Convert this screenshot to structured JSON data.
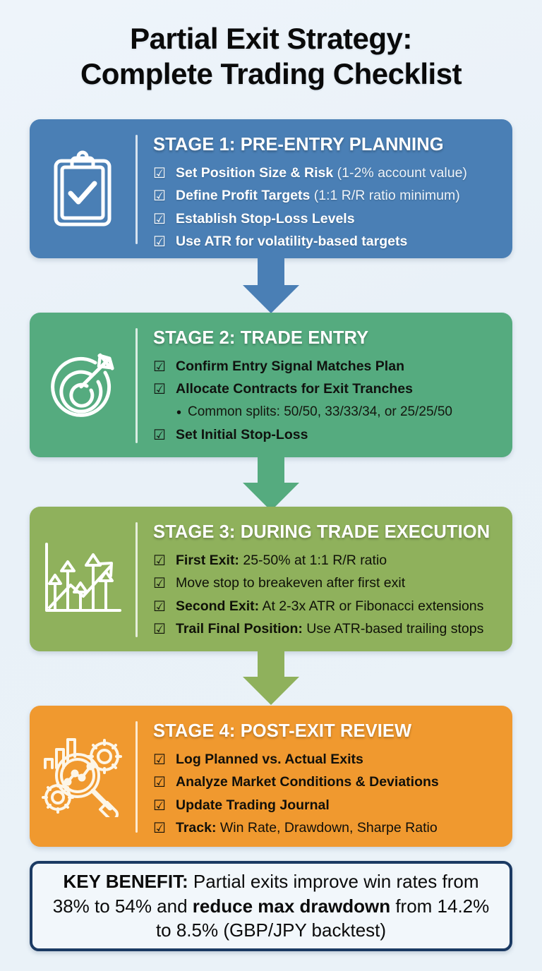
{
  "title": {
    "line1": "Partial Exit Strategy:",
    "line2": "Complete Trading Checklist"
  },
  "glyphs": {
    "checkbox": "☑",
    "bullet": "•"
  },
  "colors": {
    "background": "#eef4fa",
    "stage1": "#4a7fb5",
    "stage2": "#55ab7f",
    "stage3": "#8fb15c",
    "stage4": "#f0992f",
    "keybox_border": "#1b3a63",
    "keybox_fill": "#f2f7fb"
  },
  "stages": [
    {
      "id": "stage1",
      "icon": "clipboard-check-icon",
      "heading": "STAGE 1: PRE-ENTRY PLANNING",
      "items": [
        {
          "bold": "Set Position Size & Risk",
          "rest": " (1-2% account value)"
        },
        {
          "bold": "Define Profit Targets",
          "rest": " (1:1 R/R ratio minimum)"
        },
        {
          "bold": "Establish Stop-Loss Levels",
          "rest": ""
        },
        {
          "bold": "Use ATR for volatility-based targets",
          "rest": ""
        }
      ]
    },
    {
      "id": "stage2",
      "icon": "target-arrow-icon",
      "heading": "STAGE 2: TRADE ENTRY",
      "items": [
        {
          "bold": "Confirm Entry Signal Matches Plan",
          "rest": ""
        },
        {
          "bold": "Allocate Contracts for Exit Tranches",
          "rest": ""
        },
        {
          "sub": "Common splits: 50/50, 33/33/34, or 25/25/50"
        },
        {
          "bold": "Set Initial Stop-Loss",
          "rest": ""
        }
      ]
    },
    {
      "id": "stage3",
      "icon": "growth-chart-arrows-icon",
      "heading": "STAGE 3: DURING TRADE EXECUTION",
      "items": [
        {
          "bold": "First Exit:",
          "rest": " 25-50% at 1:1 R/R ratio"
        },
        {
          "bold": "",
          "rest": "Move stop to breakeven after first exit"
        },
        {
          "bold": "Second Exit:",
          "rest": " At 2-3x ATR or Fibonacci extensions"
        },
        {
          "bold": "Trail Final Position:",
          "rest": " Use ATR-based trailing stops"
        }
      ]
    },
    {
      "id": "stage4",
      "icon": "magnifier-gears-analytics-icon",
      "heading": "STAGE 4: POST-EXIT REVIEW",
      "items": [
        {
          "bold": "Log Planned vs. Actual Exits",
          "rest": ""
        },
        {
          "bold": "Analyze Market Conditions & Deviations",
          "rest": ""
        },
        {
          "bold": "Update Trading Journal",
          "rest": ""
        },
        {
          "bold": "Track:",
          "rest": " Win Rate, Drawdown, Sharpe Ratio"
        }
      ]
    }
  ],
  "key_benefit": {
    "label": "KEY BENEFIT:",
    "part1": " Partial exits improve win rates from 38% to 54% and ",
    "bold2": "reduce max drawdown",
    "part3": " from 14.2% to 8.5% (GBP/JPY backtest)"
  }
}
